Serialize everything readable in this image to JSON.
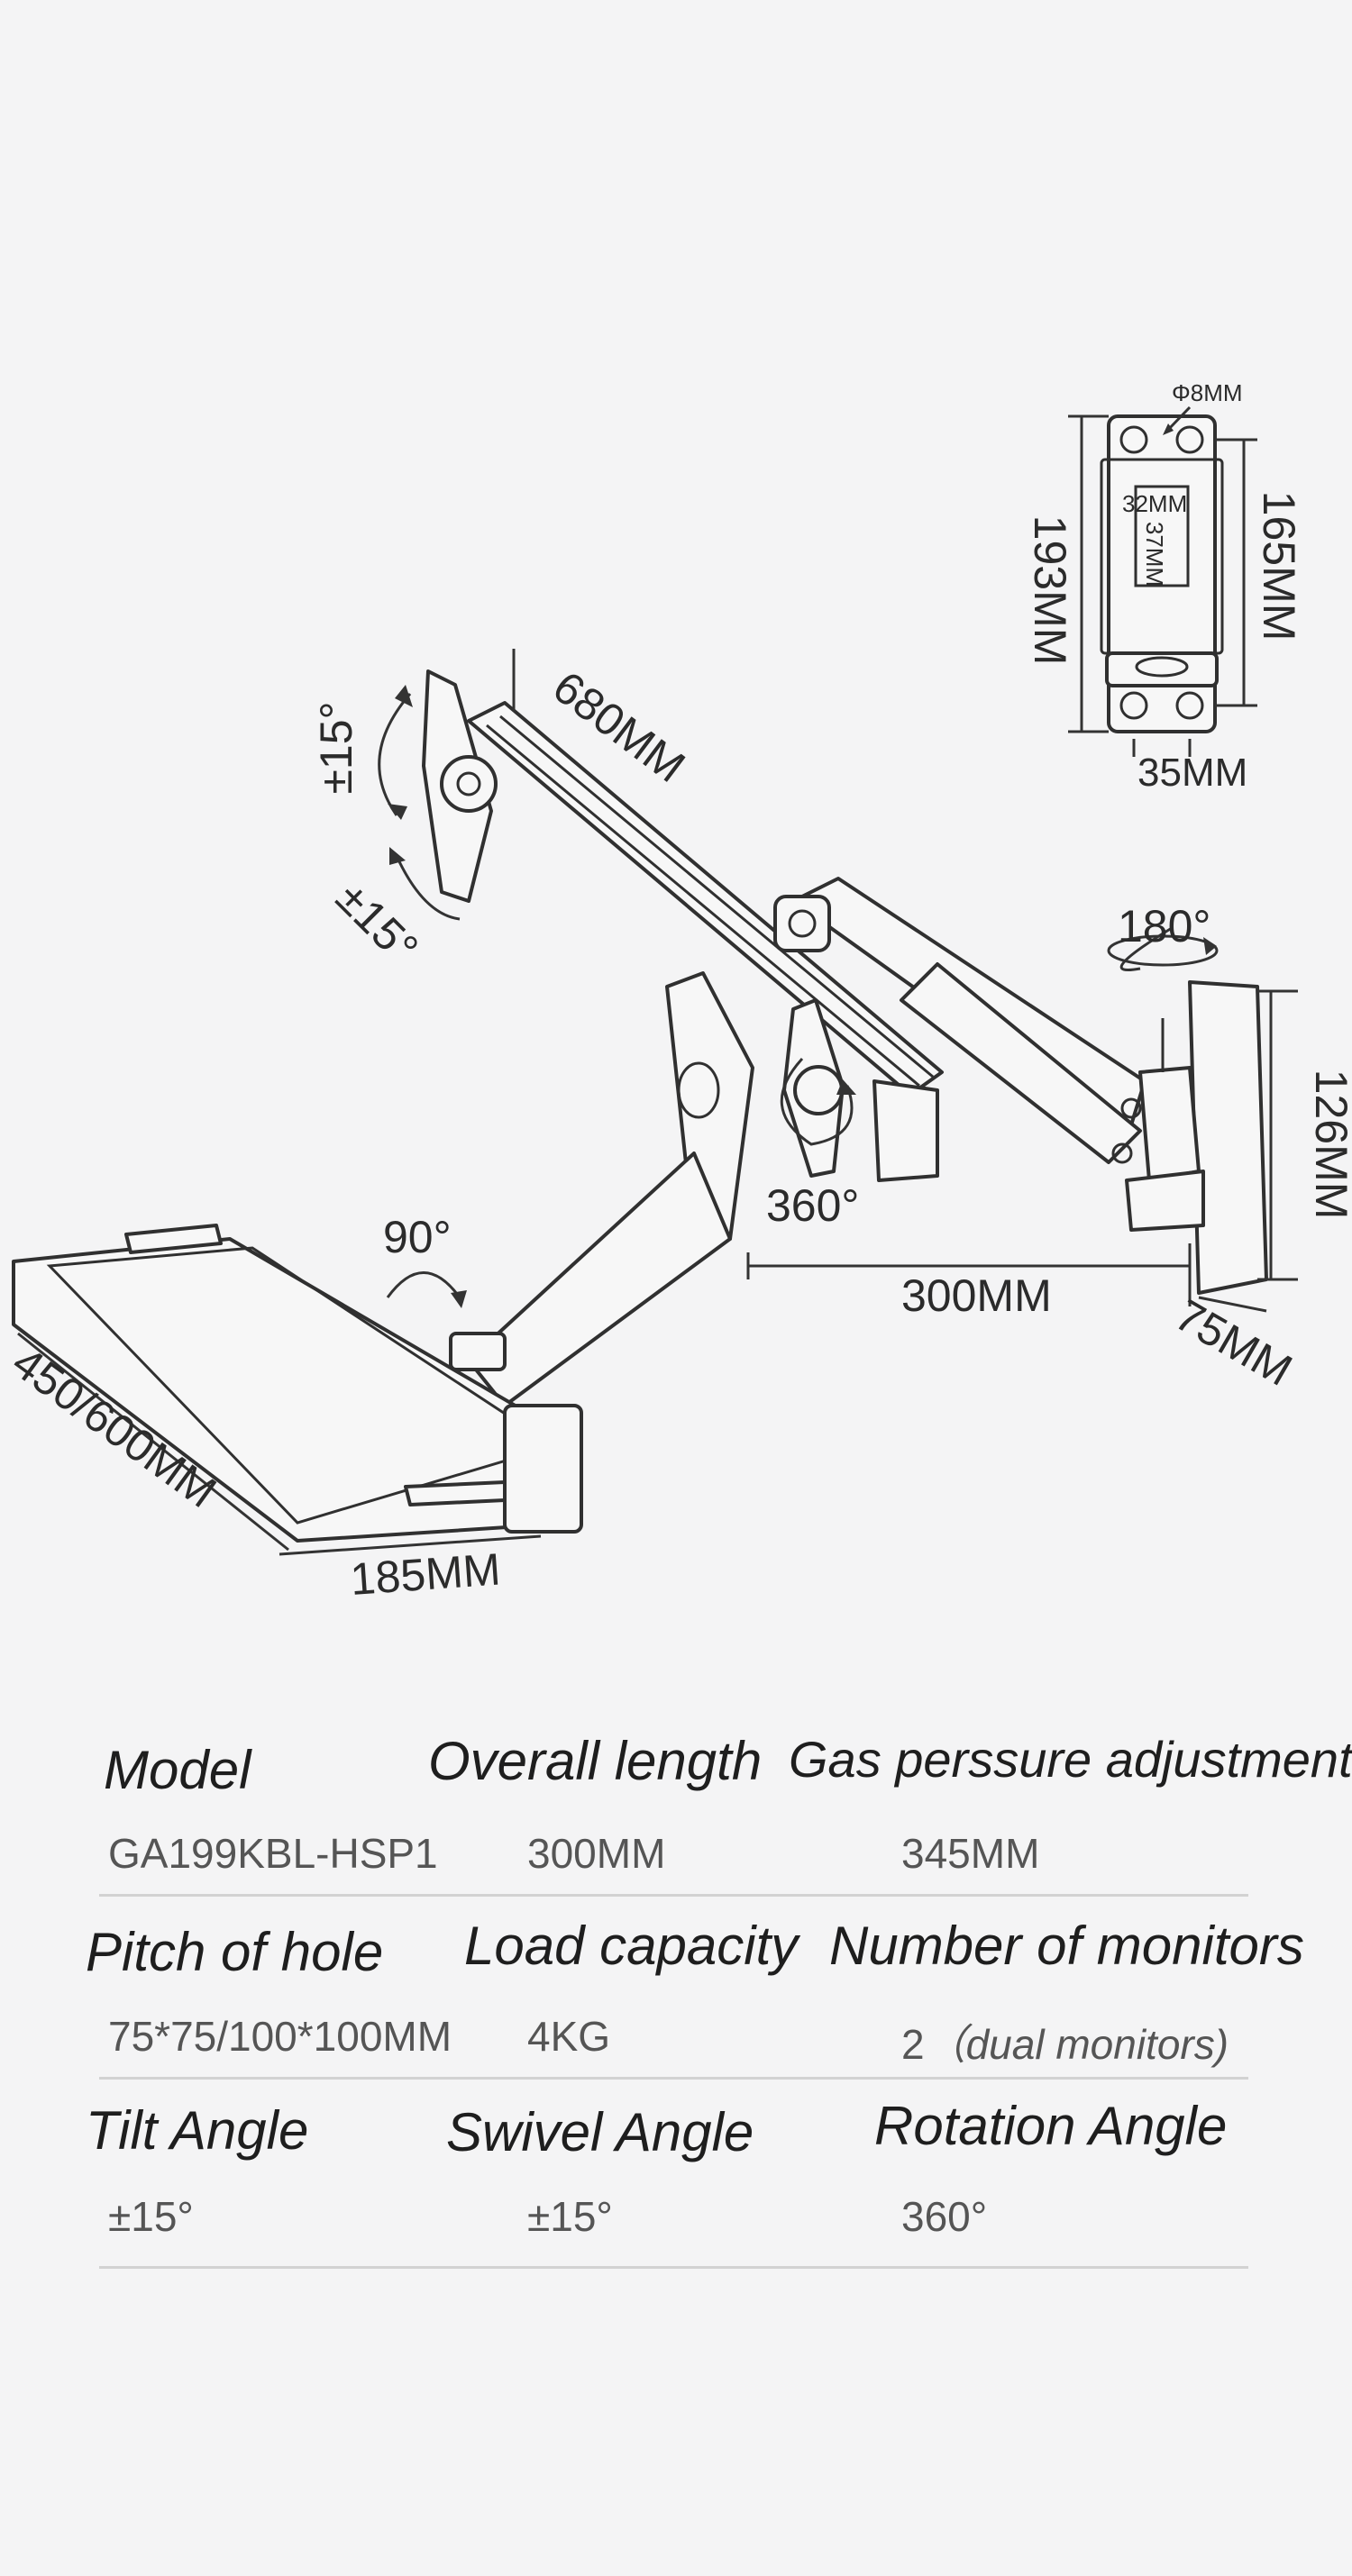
{
  "diagram": {
    "plate": {
      "hole": "Φ8MM",
      "width_inner": "32MM",
      "slot": "37MM",
      "height_total": "193MM",
      "height_holes": "165MM",
      "bottom_width": "35MM"
    },
    "arm_length": "680MM",
    "tilt_label": "±15°",
    "swivel_label": "±15°",
    "rotation_label": "360°",
    "wall_swivel_label": "180°",
    "wall_height": "126MM",
    "reach": "300MM",
    "wall_depth": "75MM",
    "tray_angle": "90°",
    "tray_length": "450/600MM",
    "tray_depth": "185MM"
  },
  "specs": {
    "rows": [
      {
        "headers": [
          "Model",
          "Overall length",
          "Gas perssure adjustment"
        ],
        "values": [
          "GA199KBL-HSP1",
          "300MM",
          "345MM"
        ]
      },
      {
        "headers": [
          "Pitch of hole",
          "Load capacity",
          "Number of monitors"
        ],
        "values": [
          "75*75/100*100MM",
          "4KG",
          "2"
        ],
        "value_note": "（dual monitors)"
      },
      {
        "headers": [
          "Tilt Angle",
          "Swivel Angle",
          "Rotation Angle"
        ],
        "values": [
          "±15°",
          "±15°",
          "360°"
        ]
      }
    ]
  }
}
